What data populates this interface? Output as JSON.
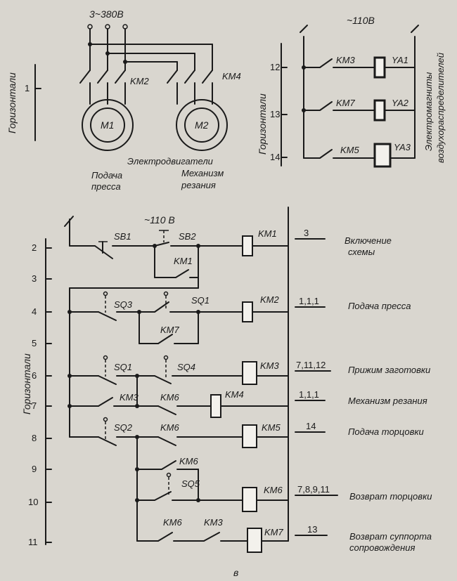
{
  "power": {
    "three_phase": "3~380В",
    "ac110_top": "~110В",
    "ac110_bottom": "~110 В"
  },
  "axis_labels": {
    "top_left": "Горизонтали",
    "top_right": "Горизонтали",
    "bottom": "Горизонтали"
  },
  "motors": {
    "m1": "M1",
    "m2": "M2",
    "km2": "KM2",
    "km4": "KM4",
    "caption": "Электродвигатели",
    "m1_caption_1": "Подача",
    "m1_caption_2": "пресса",
    "m2_caption_1": "Механизм",
    "m2_caption_2": "резания"
  },
  "valves": {
    "side_label_1": "Электромагниты",
    "side_label_2": "воздухораспределителей",
    "rows": [
      {
        "num": "12",
        "contact": "KM3",
        "coil": "YA1"
      },
      {
        "num": "13",
        "contact": "KM7",
        "coil": "YA2"
      },
      {
        "num": "14",
        "contact": "KM5",
        "coil": "YA3"
      }
    ]
  },
  "ladder": {
    "row1_num": "1",
    "rows": [
      {
        "num": "2",
        "coil": "KM1",
        "ref": "3",
        "desc_1": "Включение",
        "desc_2": "схемы"
      },
      {
        "num": "3"
      },
      {
        "num": "4",
        "coil": "KM2",
        "ref": "1,1,1",
        "desc_1": "Подача пресса"
      },
      {
        "num": "5"
      },
      {
        "num": "6",
        "coil": "KM3",
        "ref": "7,11,12",
        "desc_1": "Прижим заготовки"
      },
      {
        "num": "7",
        "coil": "KM4",
        "ref": "1,1,1",
        "desc_1": "Механизм резания"
      },
      {
        "num": "8",
        "coil": "KM5",
        "ref": "14",
        "desc_1": "Подача торцовки"
      },
      {
        "num": "9"
      },
      {
        "num": "10",
        "coil": "KM6",
        "ref": "7,8,9,11",
        "desc_1": "Возврат торцовки"
      },
      {
        "num": "11",
        "coil": "KM7",
        "ref": "13",
        "desc_1": "Возврат суппорта",
        "desc_2": "сопровождения"
      }
    ],
    "contacts": {
      "sb1": "SB1",
      "sb2": "SB2",
      "km1": "KM1",
      "sq3": "SQ3",
      "sq1a": "SQ1",
      "km7": "KM7",
      "sq1b": "SQ1",
      "sq4": "SQ4",
      "km3a": "KM3",
      "km6a": "KM6",
      "sq2": "SQ2",
      "km6b": "KM6",
      "km6c": "KM6",
      "sq5": "SQ5",
      "km6d": "KM6",
      "km3b": "KM3"
    }
  },
  "figure_letter": "в"
}
